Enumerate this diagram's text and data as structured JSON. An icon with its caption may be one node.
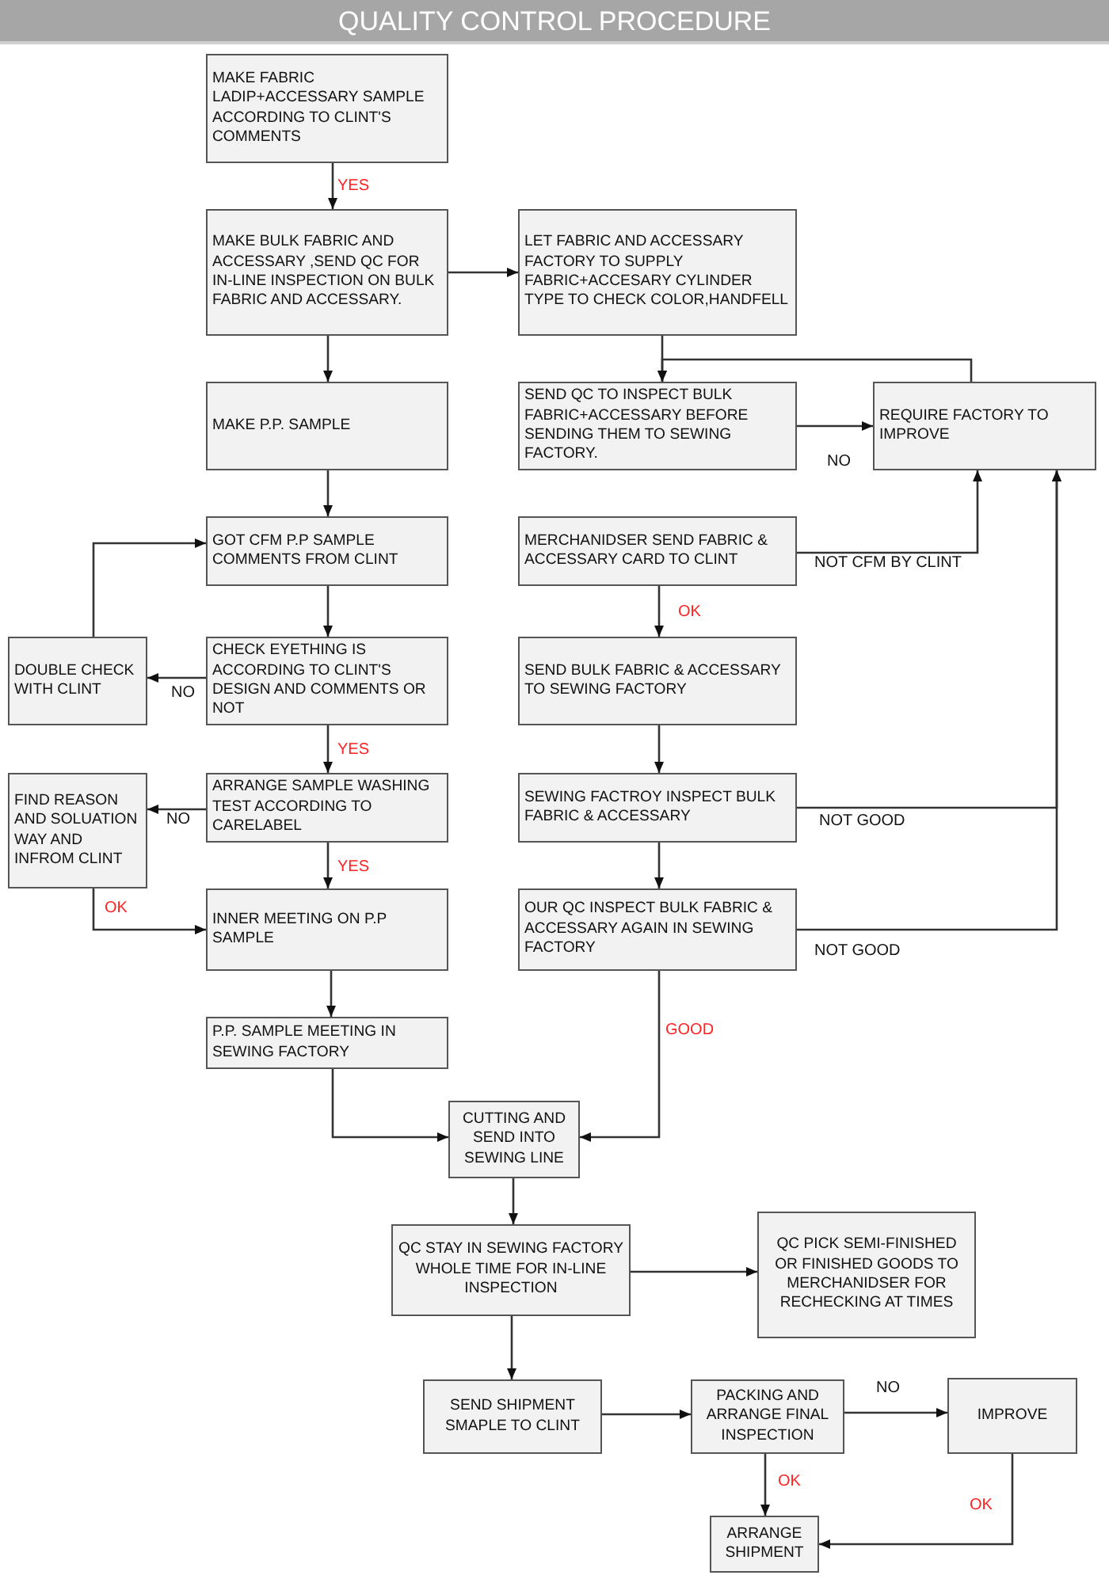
{
  "diagram": {
    "title": "QUALITY CONTROL PROCEDURE",
    "nodes": [
      {
        "text": [
          "MAKE FABRIC LADIP+ACCESSARY SAMPLE ACCORDING TO CLINT'S COMMENTS"
        ]
      },
      {
        "text": [
          "MAKE BULK FABRIC AND ACCESSARY ,SEND QC FOR IN-LINE INSPECTION ON BULK FABRIC AND ACCESSARY."
        ]
      },
      {
        "text": [
          "LET FABRIC AND ACCESSARY FACTORY TO SUPPLY FABRIC+ACCESARY CYLINDER TYPE TO CHECK COLOR,HANDFELL"
        ]
      },
      {
        "text": [
          "MAKE P.P. SAMPLE"
        ]
      },
      {
        "text": [
          "SEND QC TO INSPECT BULK FABRIC+ACCESSARY BEFORE SENDING THEM TO SEWING FACTORY."
        ]
      },
      {
        "text": [
          "REQUIRE  FACTORY TO IMPROVE"
        ]
      },
      {
        "text": [
          "GOT CFM P.P SAMPLE COMMENTS FROM CLINT"
        ]
      },
      {
        "text": [
          "MERCHANIDSER SEND FABRIC & ACCESSARY CARD TO CLINT"
        ]
      },
      {
        "text": [
          "DOUBLE CHECK WITH CLINT"
        ]
      },
      {
        "text": [
          "CHECK EYETHING IS ACCORDING TO CLINT'S DESIGN AND COMMENTS OR NOT"
        ]
      },
      {
        "text": [
          "SEND BULK FABRIC & ACCESSARY TO SEWING FACTORY"
        ]
      },
      {
        "text": [
          "FIND REASON AND SOLUATION WAY AND INFROM CLINT"
        ]
      },
      {
        "text": [
          "ARRANGE SAMPLE WASHING TEST ACCORDING TO CARELABEL"
        ]
      },
      {
        "text": [
          "SEWING FACTROY INSPECT BULK FABRIC & ACCESSARY"
        ]
      },
      {
        "text": [
          "INNER MEETING ON P.P SAMPLE"
        ]
      },
      {
        "text": [
          "OUR QC INSPECT BULK FABRIC & ACCESSARY AGAIN IN SEWING FACTORY"
        ]
      },
      {
        "text": [
          "P.P. SAMPLE MEETING IN SEWING FACTORY"
        ]
      },
      {
        "text": [
          "CUTTING AND SEND INTO SEWING LINE"
        ]
      },
      {
        "text": [
          "QC STAY IN SEWING FACTORY WHOLE TIME FOR IN-LINE INSPECTION"
        ]
      },
      {
        "text": [
          "QC PICK SEMI-FINISHED OR FINISHED GOODS TO MERCHANIDSER FOR RECHECKING AT TIMES"
        ]
      },
      {
        "text": [
          "SEND SHIPMENT SMAPLE TO CLINT"
        ]
      },
      {
        "text": [
          "PACKING AND ARRANGE FINAL INSPECTION"
        ]
      },
      {
        "text": [
          "IMPROVE"
        ]
      },
      {
        "text": [
          "ARRANGE SHIPMENT"
        ]
      }
    ],
    "edges": [
      {
        "from": 0,
        "to": 1,
        "arrow": "to",
        "label": "YES"
      },
      {
        "from": 1,
        "to": 2,
        "arrow": "to"
      },
      {
        "from": 1,
        "to": 3,
        "arrow": "to"
      },
      {
        "from": 2,
        "to": 4,
        "arrow": "to"
      },
      {
        "from": 4,
        "to": 5,
        "arrow": "to",
        "label": "NO"
      },
      {
        "from": 5,
        "to": 4,
        "arrow": "to"
      },
      {
        "from": 3,
        "to": 6,
        "arrow": "to"
      },
      {
        "from": 6,
        "to": 9,
        "arrow": "to"
      },
      {
        "from": 9,
        "to": 8,
        "arrow": "to",
        "label": "NO"
      },
      {
        "from": 8,
        "to": 6,
        "arrow": "to"
      },
      {
        "from": 7,
        "to": 5,
        "arrow": "to",
        "label": "NOT CFM BY CLINT"
      },
      {
        "from": 7,
        "to": 10,
        "arrow": "to",
        "label": "OK"
      },
      {
        "from": 9,
        "to": 12,
        "arrow": "to",
        "label": "YES"
      },
      {
        "from": 12,
        "to": 11,
        "arrow": "to",
        "label": "NO"
      },
      {
        "from": 12,
        "to": 14,
        "arrow": "to",
        "label": "YES"
      },
      {
        "from": 11,
        "to": 14,
        "arrow": "to",
        "label": "OK"
      },
      {
        "from": 10,
        "to": 13,
        "arrow": "to"
      },
      {
        "from": 13,
        "to": 15,
        "arrow": "to"
      },
      {
        "from": 13,
        "to": 5,
        "arrow": "to",
        "label": "NOT GOOD"
      },
      {
        "from": 15,
        "to": 5,
        "arrow": "to",
        "label": "NOT GOOD"
      },
      {
        "from": 14,
        "to": 16,
        "arrow": "to"
      },
      {
        "from": 16,
        "to": 17,
        "arrow": "to"
      },
      {
        "from": 15,
        "to": 17,
        "arrow": "to",
        "label": "GOOD"
      },
      {
        "from": 17,
        "to": 18,
        "arrow": "to"
      },
      {
        "from": 18,
        "to": 19,
        "arrow": "to"
      },
      {
        "from": 18,
        "to": 20,
        "arrow": "to"
      },
      {
        "from": 20,
        "to": 21,
        "arrow": "to"
      },
      {
        "from": 21,
        "to": 22,
        "arrow": "to",
        "label": "NO"
      },
      {
        "from": 21,
        "to": 23,
        "arrow": "to",
        "label": "OK"
      },
      {
        "from": 22,
        "to": 23,
        "arrow": "to",
        "label": "OK"
      }
    ]
  }
}
